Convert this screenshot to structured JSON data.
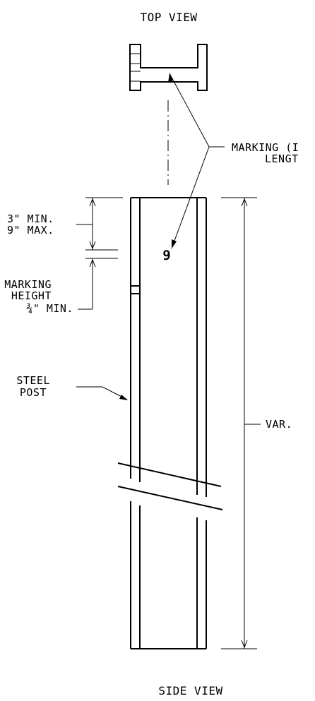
{
  "views": {
    "top_title": "TOP VIEW",
    "side_title": "SIDE VIEW"
  },
  "callouts": {
    "marking_line1": "MARKING (I",
    "marking_line2": "LENGT",
    "spacing_line1": "3\" MIN.",
    "spacing_line2": "9\" MAX.",
    "height_line1": "MARKING",
    "height_line2": "HEIGHT",
    "height_line3": "¾\" MIN.",
    "post_line1": "STEEL",
    "post_line2": "POST",
    "length_label": "VAR.",
    "marking_digit": "9"
  }
}
